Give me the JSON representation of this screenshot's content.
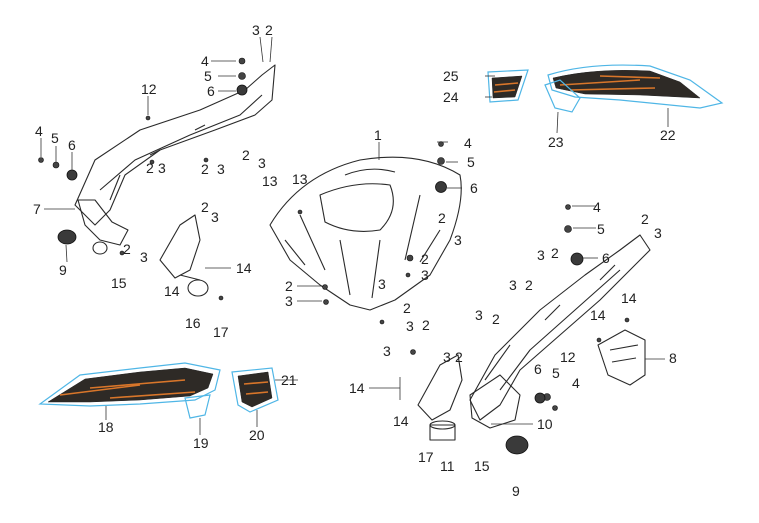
{
  "callouts": {
    "c1": "1",
    "c2": "2",
    "c3": "3",
    "c4": "4",
    "c5": "5",
    "c6": "6",
    "c7": "7",
    "c8": "8",
    "c9": "9",
    "c10": "10",
    "c11": "11",
    "c12": "12",
    "c13": "13",
    "c14": "14",
    "c15": "15",
    "c16": "16",
    "c17": "17",
    "c18": "18",
    "c19": "19",
    "c20": "20",
    "c21": "21",
    "c22": "22",
    "c23": "23",
    "c24": "24",
    "c25": "25"
  },
  "colors": {
    "decal_outline": "#4fb6e6",
    "decal_stripe": "#d9762a",
    "decal_fill": "#2e2a26",
    "line": "#2a2a2a"
  }
}
